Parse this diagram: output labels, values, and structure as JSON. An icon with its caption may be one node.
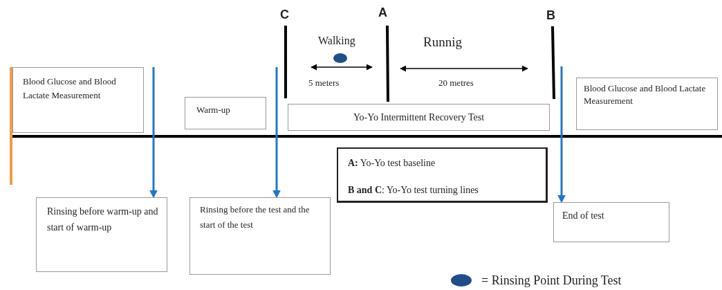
{
  "diagram": {
    "nodes": [
      {
        "text": [
          "Blood Glucose  and Blood Lactate Measurement"
        ]
      },
      {
        "text": [
          "Warm-up"
        ]
      },
      {
        "text": [
          "Yo-Yo Intermittent Recovery Test"
        ]
      },
      {
        "text": [
          "Blood Glucose and Blood Lactate Measurement"
        ]
      },
      {
        "text": [
          "**A:** Yo-Yo test baseline",
          "**B and C**: Yo-Yo test turning lines"
        ]
      },
      {
        "text": [
          "Rinsing before warm-up and start of warm-up"
        ]
      },
      {
        "text": [
          "Rinsing before the test and the start of the test"
        ]
      },
      {
        "text": [
          "End of test"
        ]
      }
    ],
    "edges": [
      {
        "from": null,
        "to": 5,
        "arrow": "to"
      },
      {
        "from": null,
        "to": 6,
        "arrow": "to"
      },
      {
        "from": null,
        "to": 7,
        "arrow": "to"
      }
    ],
    "labels": [
      "C",
      "A",
      "B",
      "Walking",
      "Runnig",
      "5 meters",
      "20 metres"
    ],
    "legend": [
      {
        "text": "= Rinsing Point During Test"
      }
    ]
  }
}
